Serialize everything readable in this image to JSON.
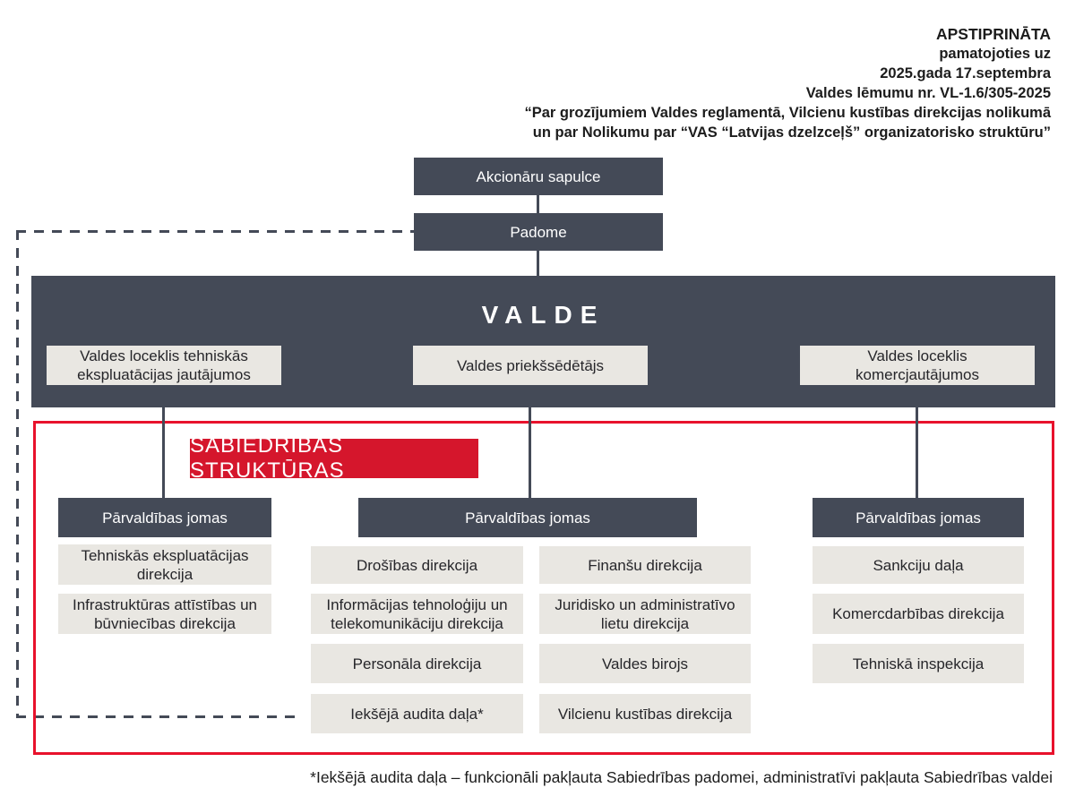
{
  "approval": {
    "lines": [
      "APSTIPRINĀTA",
      "pamatojoties uz",
      "2025.gada 17.septembra",
      "Valdes lēmumu nr. VL-1.6/305-2025",
      "“Par grozījumiem Valdes reglamentā, Vilcienu kustības direkcijas nolikumā",
      "un par Nolikumu par “VAS “Latvijas dzelzceļš” organizatorisko struktūru”"
    ]
  },
  "top_nodes": {
    "shareholders": "Akcionāru sapulce",
    "council": "Padome"
  },
  "board": {
    "title": "VALDE",
    "member_left": "Valdes loceklis tehniskās ekspluatācijas jautājumos",
    "member_center": "Valdes priekšsēdētājs",
    "member_right": "Valdes loceklis komercjautājumos"
  },
  "structures": {
    "label": "SABIEDRĪBAS STRUKTŪRAS",
    "headers": [
      "Pārvaldības jomas",
      "Pārvaldības jomas",
      "Pārvaldības jomas"
    ],
    "col_left": [
      "Tehniskās ekspluatācijas direkcija",
      "Infrastruktūras attīstības un būvniecības direkcija"
    ],
    "col_mid_a": [
      "Drošības direkcija",
      "Informācijas tehnoloģiju un telekomunikāciju direkcija",
      "Personāla direkcija",
      "Iekšējā audita daļa*"
    ],
    "col_mid_b": [
      "Finanšu direkcija",
      "Juridisko un administratīvo lietu direkcija",
      "Valdes birojs",
      "Vilcienu kustības direkcija"
    ],
    "col_right": [
      "Sankciju daļa",
      "Komercdarbības direkcija",
      "Tehniskā inspekcija"
    ]
  },
  "footnote": "*Iekšējā audita daļa – funkcionāli pakļauta Sabiedrības padomei, administratīvi pakļauta Sabiedrības valdei",
  "colors": {
    "dark_slate": "#444a57",
    "light_box": "#e9e7e2",
    "accent_red": "#d5162c",
    "outline_red": "#e8122c"
  }
}
